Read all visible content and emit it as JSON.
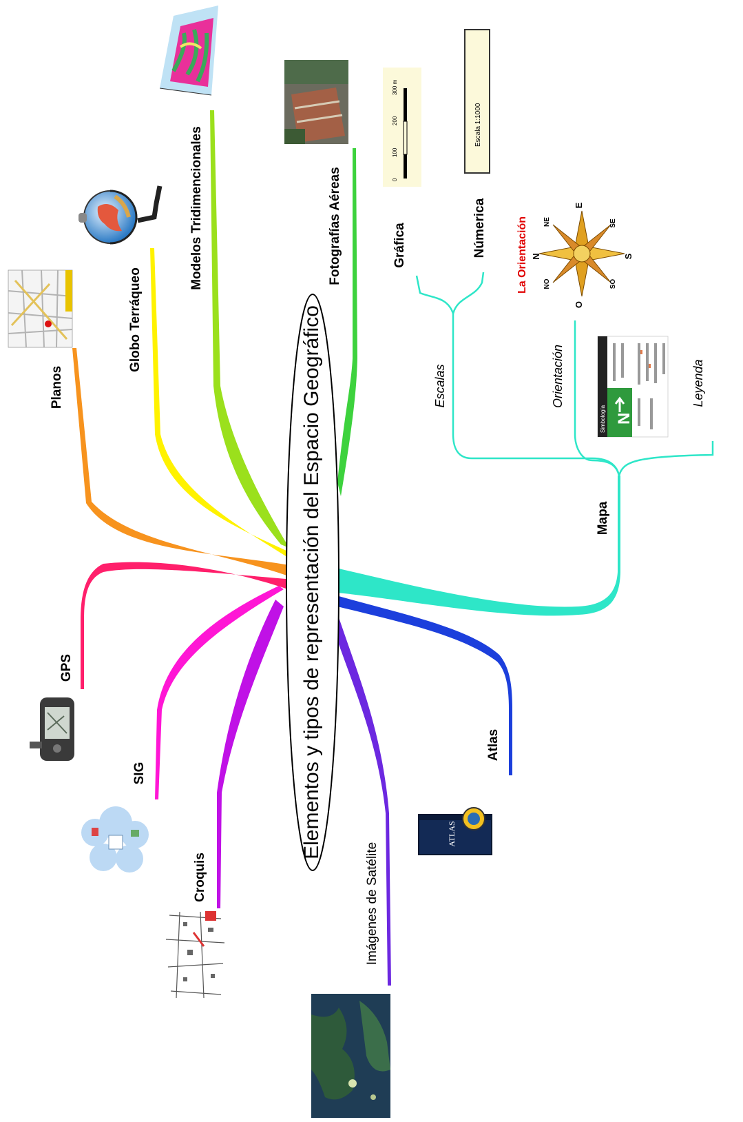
{
  "title": "Elementos y tipos de representación del Espacio Geográfico",
  "branches": {
    "planos": "Planos",
    "globo": "Globo Terráqueo",
    "modelos": "Modelos Tridimencionales",
    "fotografias": "Fotografías Aéreas",
    "gps": "GPS",
    "sig": "SIG",
    "croquis": "Croquis",
    "imagenes": "Imágenes de Satélite",
    "atlas": "Atlas",
    "mapa": "Mapa"
  },
  "mapa_children": {
    "escalas": "Escalas",
    "orientacion": "Orientación",
    "leyenda": "Leyenda",
    "grafica": "Gráfica",
    "numerica": "Númerica"
  },
  "scale_bar": {
    "ticks": [
      "0",
      "100",
      "200",
      "300 m"
    ]
  },
  "numeric_scale": {
    "text": "Escala 1:1000"
  },
  "compass": {
    "title": "La Orientación",
    "n": "N",
    "ne": "NE",
    "e": "E",
    "se": "SE",
    "s": "S",
    "so": "SO",
    "o": "O",
    "no": "NO"
  },
  "legend_card": {
    "header": "Simbología",
    "arrow_letter": "N"
  },
  "atlas_book": {
    "text": "ATLAS"
  },
  "colors": {
    "planos": "#f7931e",
    "globo": "#fff200",
    "modelos": "#9be01c",
    "fotografias": "#3dd23d",
    "gps": "#ff1f6b",
    "sig": "#ff16d5",
    "croquis": "#c011e6",
    "imagenes": "#6c28e0",
    "atlas": "#1c3fdc",
    "mapa": "#2ee6c8",
    "compass_title": "#e00000"
  }
}
